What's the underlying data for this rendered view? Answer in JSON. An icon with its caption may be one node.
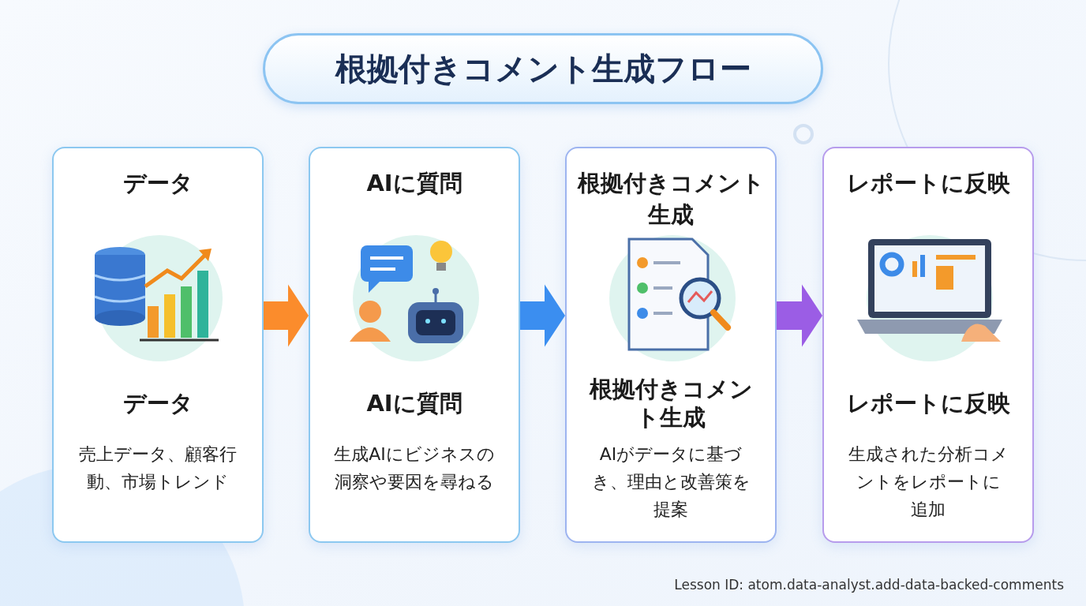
{
  "diagram": {
    "title": "根拠付きコメント生成フロー",
    "nodes": [
      {
        "text": [
          "データ",
          "データ",
          "売上データ、顧客行動、市場トレンド"
        ]
      },
      {
        "text": [
          "AIに質問",
          "AIに質問",
          "生成AIにビジネスの洞察や要因を尋ねる"
        ]
      },
      {
        "text": [
          "根拠付きコメント生成",
          "根拠付きコメント生成",
          "AIがデータに基づき、理由と改善策を提案"
        ]
      },
      {
        "text": [
          "レポートに反映",
          "レポートに反映",
          "生成された分析コメントをレポートに追加"
        ]
      }
    ],
    "edges": [
      {
        "from": 0,
        "to": 1,
        "arrow": "to",
        "style": "thick",
        "color": "#fb8c2c"
      },
      {
        "from": 1,
        "to": 2,
        "arrow": "to",
        "style": "thick",
        "color": "#3b8ef0"
      },
      {
        "from": 2,
        "to": 3,
        "arrow": "to",
        "style": "thick",
        "color": "#9b5de5"
      }
    ],
    "labels": [
      "Lesson ID: atom.data-analyst.add-data-backed-comments"
    ]
  }
}
